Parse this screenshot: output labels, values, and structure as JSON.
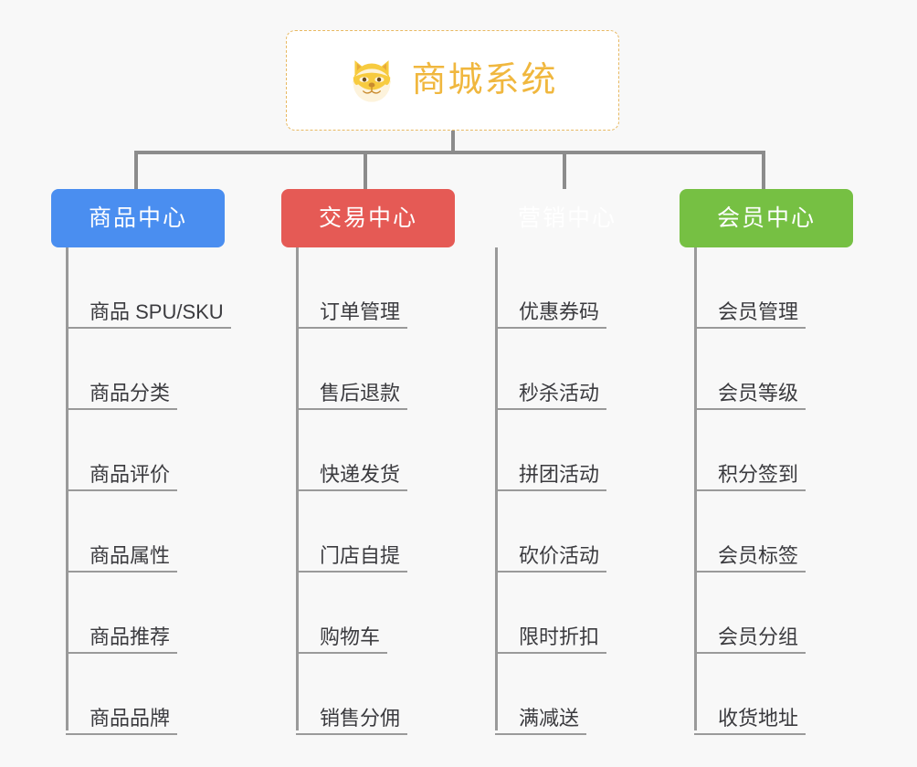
{
  "canvas": {
    "background": "#f8f8f8",
    "connector_color": "#8c8c8c",
    "leaf_line_color": "#9a9a9a",
    "leaf_text_color": "#3b3b3f"
  },
  "root": {
    "title": "商城系统",
    "icon": "shiba-dog-icon",
    "text_color": "#f0b73e",
    "border_color": "#e8b962",
    "background": "#ffffff"
  },
  "branches": [
    {
      "label": "商品中心",
      "color": "#4a8ef0",
      "items": [
        "商品 SPU/SKU",
        "商品分类",
        "商品评价",
        "商品属性",
        "商品推荐",
        "商品品牌"
      ]
    },
    {
      "label": "交易中心",
      "color": "#e55a55",
      "items": [
        "订单管理",
        "售后退款",
        "快递发货",
        "门店自提",
        "购物车",
        "销售分佣"
      ]
    },
    {
      "label": "营销中心",
      "color": "#eaa party",
      "items": [
        "优惠券码",
        "秒杀活动",
        "拼团活动",
        "砍价活动",
        "限时折扣",
        "满减送"
      ]
    },
    {
      "label": "会员中心",
      "color": "#76c043",
      "items": [
        "会员管理",
        "会员等级",
        "积分签到",
        "会员标签",
        "会员分组",
        "收货地址"
      ]
    }
  ]
}
